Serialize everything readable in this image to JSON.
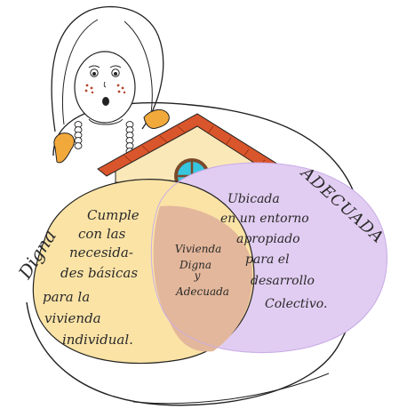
{
  "diagram": {
    "left_circle": {
      "title": "Digna",
      "description_lines": [
        "Cumple",
        "con las",
        "necesida-",
        "des básicas",
        "para la",
        "vivienda",
        "individual."
      ],
      "fill_color": "#fbe3a6"
    },
    "right_circle": {
      "title": "ADECUADA",
      "description_lines": [
        "Ubicada",
        "en un entorno",
        "apropiado",
        "para el",
        "desarrollo",
        "Colectivo."
      ],
      "fill_color": "#e2cdf2"
    },
    "intersection": {
      "lines": [
        "Vivienda",
        "Digna",
        "y",
        "Adecuada"
      ],
      "fill_color": "#e3b79b"
    }
  },
  "illustration": {
    "figure": "girl-with-braids",
    "building": "house-with-tiled-roof",
    "colors": {
      "roof": "#d9552b",
      "hand": "#f2a93b",
      "window": "#36c6e0",
      "line": "#222222"
    }
  }
}
